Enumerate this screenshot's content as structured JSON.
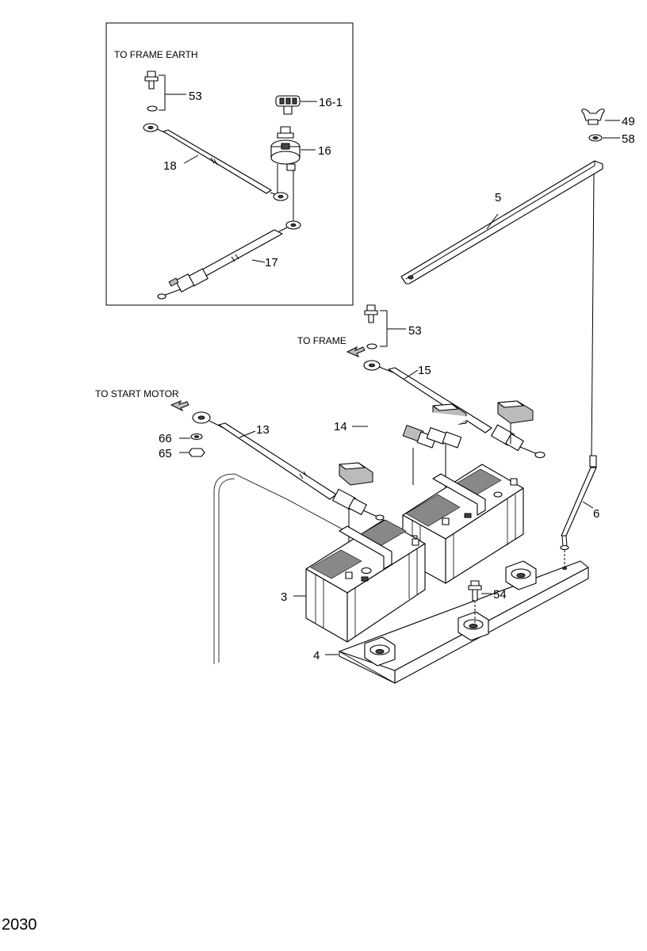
{
  "notes": {
    "frame_earth": "TO FRAME EARTH",
    "frame": "TO FRAME",
    "start_motor": "TO START MOTOR"
  },
  "callouts": {
    "c53a": "53",
    "c16_1": "16-1",
    "c16": "16",
    "c18": "18",
    "c17": "17",
    "c49": "49",
    "c58": "58",
    "c5": "5",
    "c53b": "53",
    "c15": "15",
    "c14": "14",
    "c13": "13",
    "c66": "66",
    "c65": "65",
    "c6": "6",
    "c3": "3",
    "c54": "54",
    "c4": "4"
  },
  "page_number": "2030"
}
